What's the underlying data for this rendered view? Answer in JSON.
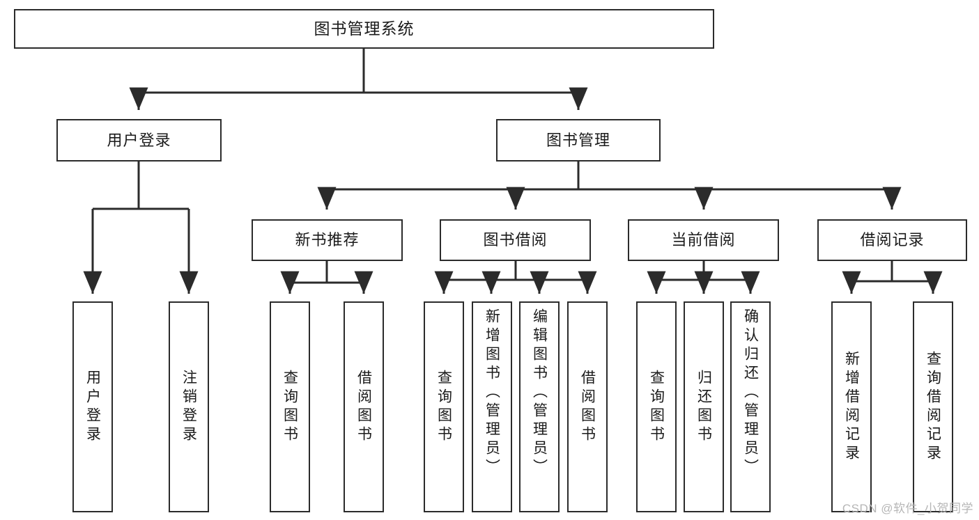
{
  "diagram": {
    "type": "tree",
    "title": "图书管理系统",
    "watermark": "CSDN @软件_小贺同学",
    "colors": {
      "stroke": "#2b2b2b",
      "fill": "#ffffff",
      "text": "#1a1a1a",
      "watermark": "#b6b6b6"
    },
    "nodes": {
      "root": {
        "label": "图书管理系统"
      },
      "level2": [
        {
          "id": "user-login",
          "label": "用户登录"
        },
        {
          "id": "book-manage",
          "label": "图书管理"
        }
      ],
      "level3": [
        {
          "id": "new-book-rec",
          "label": "新书推荐"
        },
        {
          "id": "book-borrow",
          "label": "图书借阅"
        },
        {
          "id": "current-borrow",
          "label": "当前借阅"
        },
        {
          "id": "borrow-record",
          "label": "借阅记录"
        }
      ],
      "leaves": [
        {
          "id": "leaf-user-login",
          "label": "用户登录"
        },
        {
          "id": "leaf-logout",
          "label": "注销登录"
        },
        {
          "id": "leaf-query-book-1",
          "label": "查询图书"
        },
        {
          "id": "leaf-borrow-book-1",
          "label": "借阅图书"
        },
        {
          "id": "leaf-query-book-2",
          "label": "查询图书"
        },
        {
          "id": "leaf-add-book",
          "label": "新增图书（管理员）"
        },
        {
          "id": "leaf-edit-book",
          "label": "编辑图书（管理员）"
        },
        {
          "id": "leaf-borrow-book-2",
          "label": "借阅图书"
        },
        {
          "id": "leaf-query-book-3",
          "label": "查询图书"
        },
        {
          "id": "leaf-return-book",
          "label": "归还图书"
        },
        {
          "id": "leaf-confirm-return",
          "label": "确认归还（管理员）"
        },
        {
          "id": "leaf-add-record",
          "label": "新增借阅记录"
        },
        {
          "id": "leaf-query-record",
          "label": "查询借阅记录"
        }
      ]
    },
    "edges": [
      {
        "from": "root",
        "to": "user-login"
      },
      {
        "from": "root",
        "to": "book-manage"
      },
      {
        "from": "user-login",
        "to": "leaf-user-login"
      },
      {
        "from": "user-login",
        "to": "leaf-logout"
      },
      {
        "from": "book-manage",
        "to": "new-book-rec"
      },
      {
        "from": "book-manage",
        "to": "book-borrow"
      },
      {
        "from": "book-manage",
        "to": "current-borrow"
      },
      {
        "from": "book-manage",
        "to": "borrow-record"
      },
      {
        "from": "new-book-rec",
        "to": "leaf-query-book-1"
      },
      {
        "from": "new-book-rec",
        "to": "leaf-borrow-book-1"
      },
      {
        "from": "book-borrow",
        "to": "leaf-query-book-2"
      },
      {
        "from": "book-borrow",
        "to": "leaf-add-book"
      },
      {
        "from": "book-borrow",
        "to": "leaf-edit-book"
      },
      {
        "from": "book-borrow",
        "to": "leaf-borrow-book-2"
      },
      {
        "from": "current-borrow",
        "to": "leaf-query-book-3"
      },
      {
        "from": "current-borrow",
        "to": "leaf-return-book"
      },
      {
        "from": "current-borrow",
        "to": "leaf-confirm-return"
      },
      {
        "from": "borrow-record",
        "to": "leaf-add-record"
      },
      {
        "from": "borrow-record",
        "to": "leaf-query-record"
      }
    ]
  }
}
